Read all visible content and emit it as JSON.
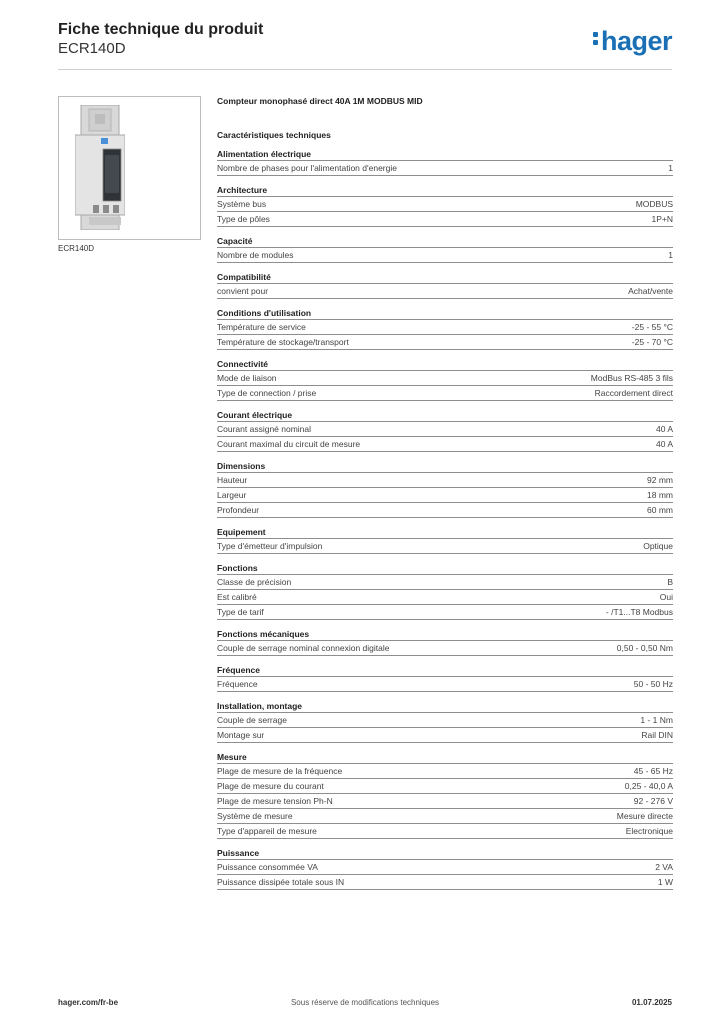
{
  "header": {
    "title": "Fiche technique du produit",
    "subtitle": "ECR140D",
    "logo_text": "hager"
  },
  "image": {
    "caption": "ECR140D"
  },
  "product": {
    "description": "Compteur monophasé direct 40A 1M MODBUS MID",
    "tech_heading": "Caractéristiques techniques"
  },
  "sections": [
    {
      "title": "Alimentation électrique",
      "rows": [
        {
          "label": "Nombre de phases pour l'alimentation d'energie",
          "value": "1"
        }
      ]
    },
    {
      "title": "Architecture",
      "rows": [
        {
          "label": "Système bus",
          "value": "MODBUS"
        },
        {
          "label": "Type de pôles",
          "value": "1P+N"
        }
      ]
    },
    {
      "title": "Capacité",
      "rows": [
        {
          "label": "Nombre de modules",
          "value": "1"
        }
      ]
    },
    {
      "title": "Compatibilité",
      "rows": [
        {
          "label": "convient pour",
          "value": "Achat/vente"
        }
      ]
    },
    {
      "title": "Conditions d'utilisation",
      "rows": [
        {
          "label": "Température de service",
          "value": "-25 - 55 °C"
        },
        {
          "label": "Température de stockage/transport",
          "value": "-25 - 70 °C"
        }
      ]
    },
    {
      "title": "Connectivité",
      "rows": [
        {
          "label": "Mode de liaison",
          "value": "ModBus RS-485 3 fils"
        },
        {
          "label": "Type de connection / prise",
          "value": "Raccordement direct"
        }
      ]
    },
    {
      "title": "Courant électrique",
      "rows": [
        {
          "label": "Courant assigné nominal",
          "value": "40 A"
        },
        {
          "label": "Courant maximal du circuit de mesure",
          "value": "40 A"
        }
      ]
    },
    {
      "title": "Dimensions",
      "rows": [
        {
          "label": "Hauteur",
          "value": "92 mm"
        },
        {
          "label": "Largeur",
          "value": "18 mm"
        },
        {
          "label": "Profondeur",
          "value": "60 mm"
        }
      ]
    },
    {
      "title": "Equipement",
      "rows": [
        {
          "label": "Type d'émetteur d'impulsion",
          "value": "Optique"
        }
      ]
    },
    {
      "title": "Fonctions",
      "rows": [
        {
          "label": "Classe de précision",
          "value": "B"
        },
        {
          "label": "Est calibré",
          "value": "Oui"
        },
        {
          "label": "Type de tarif",
          "value": "- /T1...T8 Modbus"
        }
      ]
    },
    {
      "title": "Fonctions mécaniques",
      "rows": [
        {
          "label": "Couple de serrage nominal connexion digitale",
          "value": "0,50 - 0,50 Nm"
        }
      ]
    },
    {
      "title": "Fréquence",
      "rows": [
        {
          "label": "Fréquence",
          "value": "50 - 50 Hz"
        }
      ]
    },
    {
      "title": "Installation, montage",
      "rows": [
        {
          "label": "Couple de serrage",
          "value": "1 - 1 Nm"
        },
        {
          "label": "Montage sur",
          "value": "Rail DIN"
        }
      ]
    },
    {
      "title": "Mesure",
      "rows": [
        {
          "label": "Plage de mesure de la fréquence",
          "value": "45 - 65 Hz"
        },
        {
          "label": "Plage de mesure du courant",
          "value": "0,25 - 40,0 A"
        },
        {
          "label": "Plage de mesure tension Ph-N",
          "value": "92 - 276 V"
        },
        {
          "label": "Système de mesure",
          "value": "Mesure directe"
        },
        {
          "label": "Type d'appareil de mesure",
          "value": "Electronique"
        }
      ]
    },
    {
      "title": "Puissance",
      "rows": [
        {
          "label": "Puissance consommée VA",
          "value": "2 VA"
        },
        {
          "label": "Puissance dissipée totale sous IN",
          "value": "1 W"
        }
      ]
    }
  ],
  "footer": {
    "website": "hager.com/fr-be",
    "notice": "Sous réserve de modifications techniques",
    "date": "01.07.2025"
  },
  "colors": {
    "brand": "#1a6fb5",
    "rule": "#8e8e8e"
  }
}
